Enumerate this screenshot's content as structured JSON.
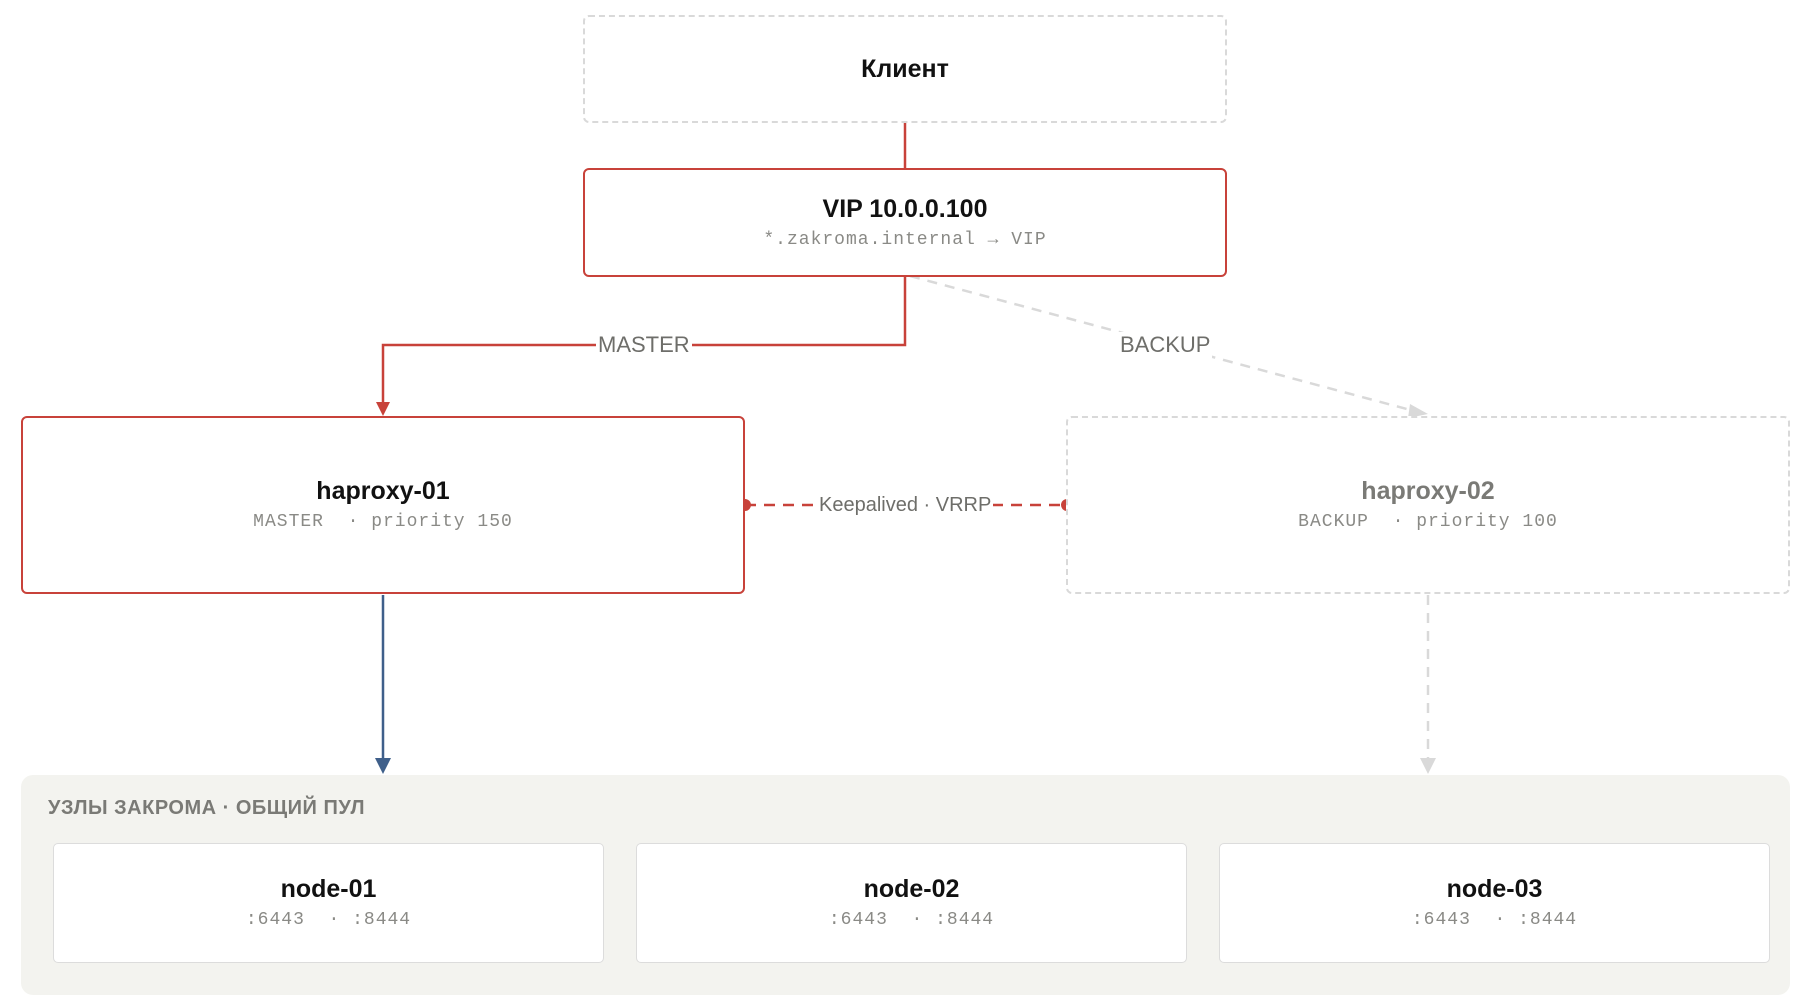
{
  "client": {
    "title": "Клиент"
  },
  "vip": {
    "title": "VIP 10.0.0.100",
    "subtitle": "*.zakroma.internal → VIP"
  },
  "edges": {
    "master_label": "MASTER",
    "backup_label": "BACKUP",
    "vrrp_label": "Keepalived · VRRP"
  },
  "haproxy_01": {
    "title": "haproxy-01",
    "subtitle": "MASTER  · priority 150"
  },
  "haproxy_02": {
    "title": "haproxy-02",
    "subtitle": "BACKUP  · priority 100"
  },
  "pool": {
    "label": "УЗЛЫ ЗАКРОМА · ОБЩИЙ ПУЛ",
    "nodes": [
      {
        "title": "node-01",
        "ports": ":6443  · :8444"
      },
      {
        "title": "node-02",
        "ports": ":6443  · :8444"
      },
      {
        "title": "node-03",
        "ports": ":6443  · :8444"
      }
    ]
  },
  "colors": {
    "active": "#c8423a",
    "ghost": "#d9d9d9",
    "data_path": "#3f5f8a",
    "pool_bg": "#f3f3ef"
  }
}
